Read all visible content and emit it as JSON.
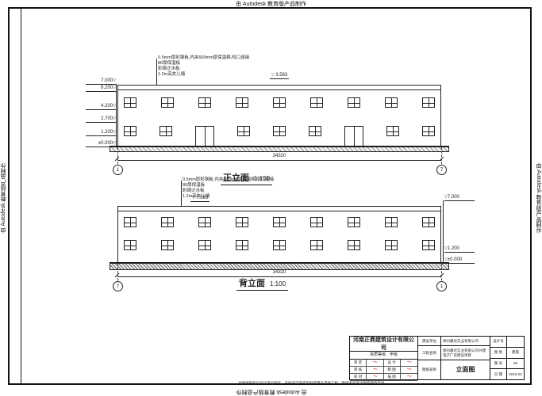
{
  "watermarks": {
    "text": "由 Autodesk 教育版产品制作"
  },
  "front_elevation": {
    "title": "正立面",
    "scale": "1:100",
    "total_width_dim": "34320",
    "ridge_level": "3.563",
    "levels": [
      "7.000",
      "6.200",
      "4.200",
      "2.700",
      "1.200",
      "±0.000"
    ],
    "axis_left": "1",
    "axis_right": "7",
    "annotations": [
      "0.5mm厚彩钢板,内夹600mm厚保温棉,咬口连接",
      "80厚保温板",
      "彩钢泛水板",
      "1.2m高女儿墙"
    ]
  },
  "back_elevation": {
    "title": "背立面",
    "scale": "1:100",
    "total_width_dim": "34320",
    "ridge_level": "7.565",
    "levels": [
      "7.000",
      "1.200",
      "±0.000"
    ],
    "axis_left": "7",
    "axis_right": "1",
    "annotations": [
      "0.5mm厚彩钢板,内夹600mm厚保温棉,咬口连接",
      "80厚保温板",
      "彩钢泛水板",
      "1.2m高女儿墙"
    ]
  },
  "facade_rows": {
    "front_upper": [
      "w",
      "w",
      "w",
      "w",
      "w",
      "w",
      "w",
      "w",
      "w"
    ],
    "front_lower": [
      "w",
      "w",
      "d",
      "w",
      "w",
      "w",
      "d",
      "w",
      "w"
    ],
    "back_upper": [
      "w",
      "w",
      "w",
      "w",
      "w",
      "w",
      "w",
      "w",
      "w"
    ],
    "back_lower": [
      "w",
      "w",
      "w",
      "w",
      "w",
      "w",
      "w",
      "w",
      "w"
    ]
  },
  "title_block": {
    "company": "河南正鼎建筑设计有限公司",
    "qualification": "资质等级：甲级",
    "sign_labels": [
      [
        "审 定",
        "设 计"
      ],
      [
        "审 核",
        "制 图"
      ],
      [
        "校 对",
        "描 图"
      ]
    ],
    "signature_mark": "～",
    "owner_label": "建设单位",
    "owner": "郑州康达实业有限公司",
    "project_label": "工程名称",
    "project": "郑州康达实业有限公司兴建电子厂房建设项目",
    "sheet_label": "图纸名称",
    "sheet_name": "立面图",
    "design_no_label": "设计号",
    "design_no": "",
    "type_label": "图 别",
    "type": "建施",
    "no_label": "图 号",
    "no": "06",
    "date_label": "日 期",
    "date": "2016.03"
  },
  "disclaimer": "本图纸版权归设计单位所有，未经许可不得复制或用于其他工程；图纸未加盖出图专用章无效"
}
